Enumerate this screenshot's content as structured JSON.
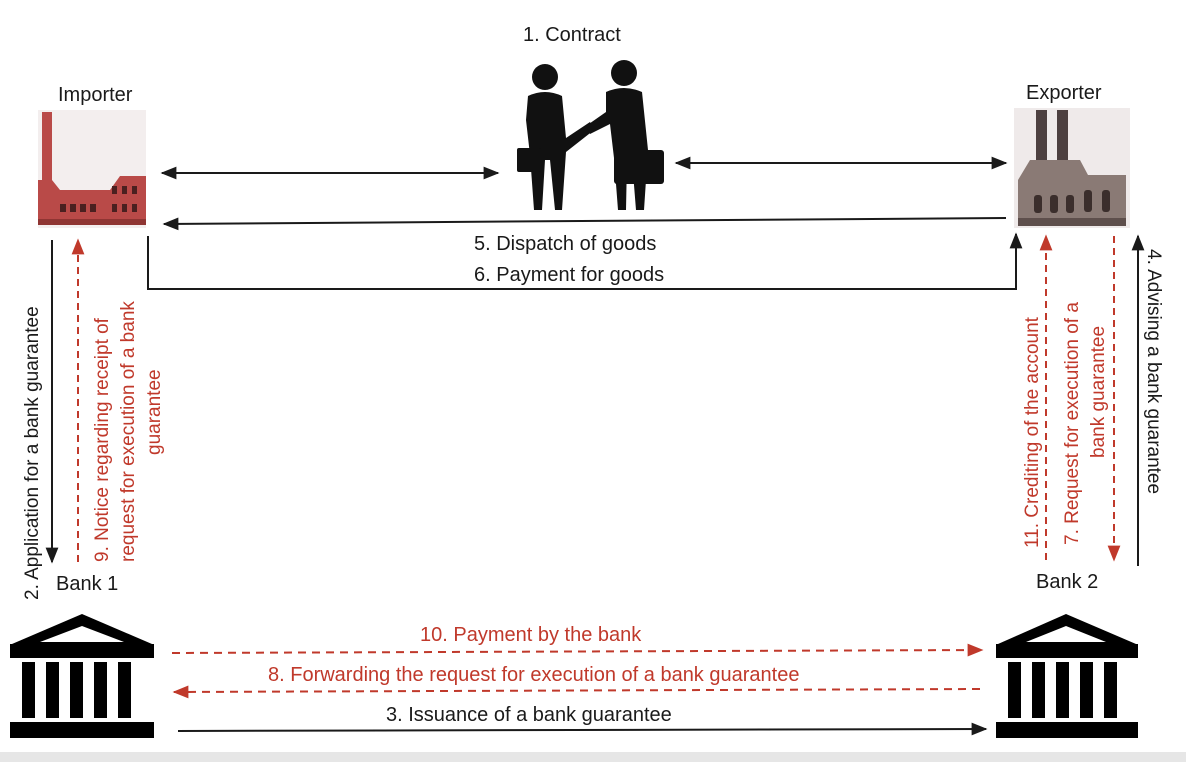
{
  "colors": {
    "black": "#1a1a1a",
    "red": "#c0392b",
    "factory_red": "#b94a48",
    "factory_grey": "#8a7a75"
  },
  "parties": {
    "importer": "Importer",
    "exporter": "Exporter",
    "bank1": "Bank 1",
    "bank2": "Bank 2",
    "contract": "1. Contract"
  },
  "flows": {
    "dispatch": "5. Dispatch of goods",
    "payment_goods": "6. Payment for goods",
    "application": "2. Application for a bank guarantee",
    "notice_line1": "9. Notice regarding receipt of",
    "notice_line2": "request for execution of a bank",
    "notice_line3": "guarantee",
    "crediting": "11. Crediting of the account",
    "request_line1": "7. Request for execution of a",
    "request_line2": "bank guarantee",
    "advising": "4. Advising  a bank guarantee",
    "payment_bank": "10. Payment by the bank",
    "forwarding": "8. Forwarding the  request for execution of a bank guarantee",
    "issuance": "3. Issuance of a bank guarantee"
  },
  "icons": [
    "factory-icon-importer",
    "factory-icon-exporter",
    "handshake-icon",
    "bank-icon"
  ]
}
